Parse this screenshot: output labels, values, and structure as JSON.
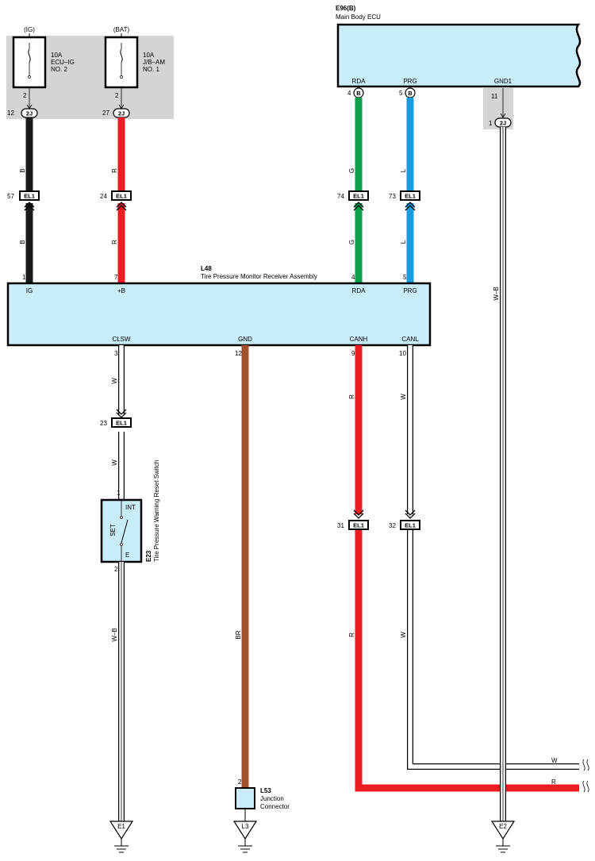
{
  "fuses": {
    "ig": {
      "source": "(IG)",
      "rating": "10A",
      "name1": "ECU–IG",
      "name2": "NO. 2",
      "pin": "2",
      "conn_pin": "12",
      "conn": "2J"
    },
    "bat": {
      "source": "(BAT)",
      "rating": "10A",
      "name1": "J/B–AM",
      "name2": "NO. 1",
      "pin": "2",
      "conn_pin": "27",
      "conn": "2J"
    }
  },
  "main_ecu": {
    "code": "E96(B)",
    "name": "Main Body ECU",
    "terminals": [
      {
        "label": "RDA",
        "pin": "4",
        "conn": "B"
      },
      {
        "label": "PRG",
        "pin": "5",
        "conn": "B"
      },
      {
        "label": "GND1",
        "pin": "11",
        "sub_pin": "1",
        "conn": "2J"
      }
    ]
  },
  "receiver": {
    "code": "L48",
    "name": "Tire Pressure Monitor Receiver Assembly",
    "top_terminals": [
      {
        "label": "IG",
        "pin": "1"
      },
      {
        "label": "+B",
        "pin": "7"
      },
      {
        "label": "RDA",
        "pin": "4"
      },
      {
        "label": "PRG",
        "pin": "5"
      }
    ],
    "bottom_terminals": [
      {
        "label": "CLSW",
        "pin": "3"
      },
      {
        "label": "GND",
        "pin": "12"
      },
      {
        "label": "CANH",
        "pin": "9"
      },
      {
        "label": "CANL",
        "pin": "10"
      }
    ]
  },
  "connectors_el1": [
    {
      "pin": "57",
      "name": "EL1"
    },
    {
      "pin": "24",
      "name": "EL1"
    },
    {
      "pin": "74",
      "name": "EL1"
    },
    {
      "pin": "73",
      "name": "EL1"
    },
    {
      "pin": "23",
      "name": "EL1"
    },
    {
      "pin": "31",
      "name": "EL1"
    },
    {
      "pin": "32",
      "name": "EL1"
    }
  ],
  "wire_colors": {
    "b": "B",
    "r": "R",
    "g": "G",
    "l": "L",
    "w": "W",
    "wb": "W–B",
    "br": "BR"
  },
  "switch": {
    "code": "E23",
    "name": "Tire Pressure Warning Reset Switch",
    "pin_top": "1",
    "pin_bottom": "2",
    "int": "INT",
    "set": "SET",
    "e": "E"
  },
  "junction": {
    "code": "L53",
    "name1": "Junction",
    "name2": "Connector",
    "pin": "2"
  },
  "grounds": [
    "E1",
    "L3",
    "E2"
  ],
  "colors": {
    "black": "#1a1a1a",
    "red": "#ec1c24",
    "green": "#0aa04a",
    "blue": "#1a9be0",
    "brown": "#a0522d",
    "box_fill": "#c9ecf9",
    "gray_fill": "#d4d4d4"
  }
}
